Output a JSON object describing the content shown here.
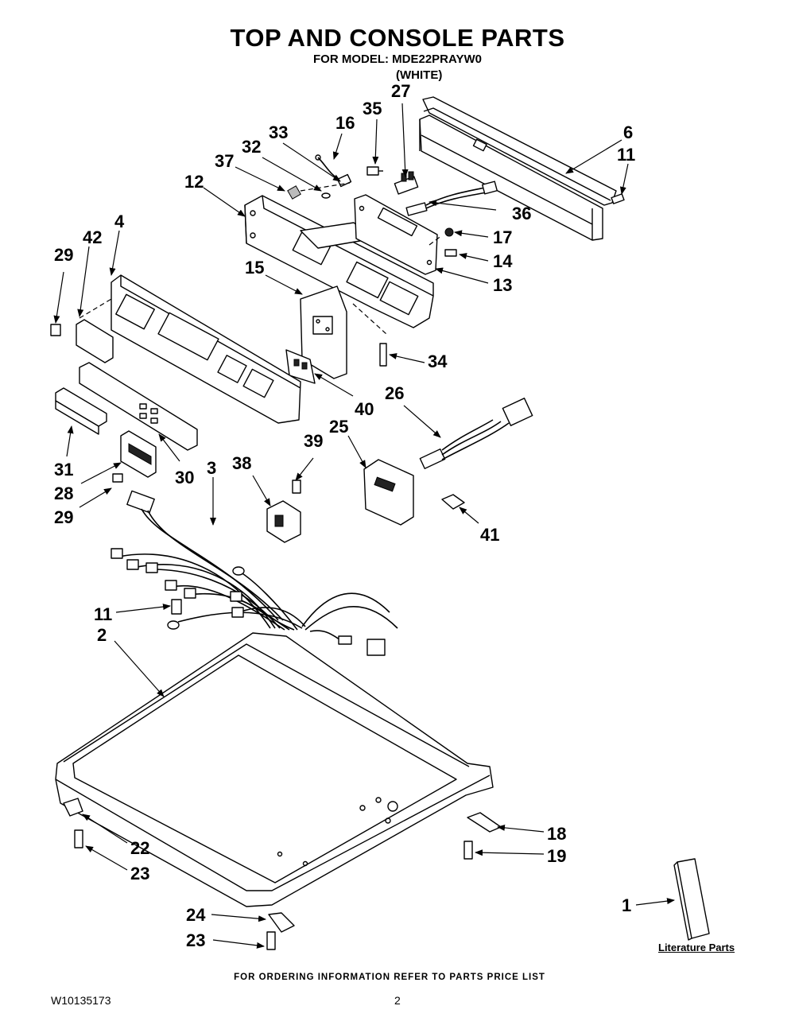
{
  "header": {
    "title": "TOP AND CONSOLE PARTS",
    "model": "FOR MODEL: MDE22PRAYW0",
    "color": "(WHITE)"
  },
  "footer": {
    "note": "FOR ORDERING INFORMATION REFER TO PARTS PRICE LIST",
    "doc_number": "W10135173",
    "page_number": "2"
  },
  "literature_label": "Literature Parts",
  "callouts": [
    "27",
    "35",
    "16",
    "33",
    "32",
    "37",
    "12",
    "6",
    "11",
    "36",
    "17",
    "14",
    "13",
    "15",
    "4",
    "42",
    "29",
    "34",
    "40",
    "26",
    "25",
    "39",
    "38",
    "3",
    "31",
    "28",
    "30",
    "29",
    "41",
    "11",
    "2",
    "22",
    "23",
    "18",
    "19",
    "24",
    "23",
    "1"
  ]
}
